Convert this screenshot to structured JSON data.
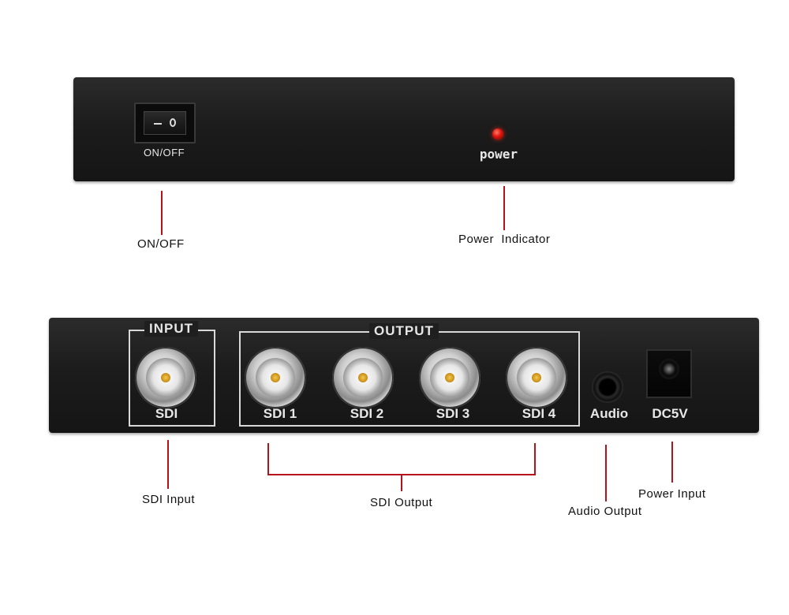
{
  "front": {
    "switch_label": "ON/OFF",
    "power_label": "power"
  },
  "back": {
    "input_group_title": "INPUT",
    "output_group_title": "OUTPUT",
    "input_port": "SDI",
    "output_ports": [
      "SDI 1",
      "SDI 2",
      "SDI 3",
      "SDI 4"
    ],
    "audio_label": "Audio",
    "dc_label": "DC5V"
  },
  "callouts": {
    "on_off": "ON/OFF",
    "power_indicator": "Power  Indicator",
    "sdi_input": "SDI Input",
    "sdi_output": "SDI Output",
    "audio_output": "Audio Output",
    "power_input": "Power Input"
  },
  "colors": {
    "callout_line": "#b5121b",
    "led": "#e0140c",
    "chassis": "#1c1c1c",
    "connector_pin": "#c58a16"
  },
  "icons": [
    "power-switch-icon",
    "led-icon",
    "bnc-connector-icon",
    "audio-jack-icon",
    "dc-jack-icon"
  ]
}
